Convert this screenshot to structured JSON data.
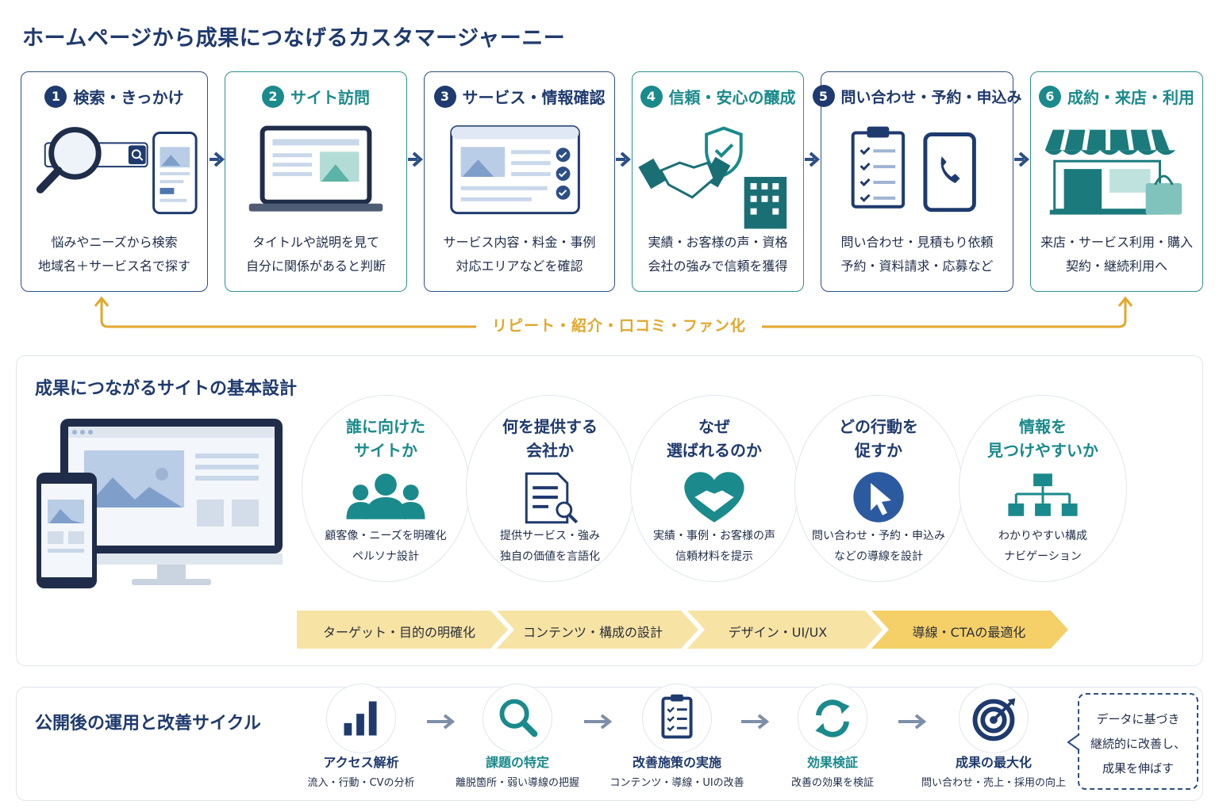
{
  "title": "ホームページから成果につなげるカスタマージャーニー",
  "journey": [
    {
      "num": "1",
      "title": "検索・きっかけ",
      "line1": "悩みやニーズから検索",
      "line2": "地域名＋サービス名で探す"
    },
    {
      "num": "2",
      "title": "サイト訪問",
      "line1": "タイトルや説明を見て",
      "line2": "自分に関係があると判断"
    },
    {
      "num": "3",
      "title": "サービス・情報確認",
      "line1": "サービス内容・料金・事例",
      "line2": "対応エリアなどを確認"
    },
    {
      "num": "4",
      "title": "信頼・安心の醸成",
      "line1": "実績・お客様の声・資格",
      "line2": "会社の強みで信頼を獲得"
    },
    {
      "num": "5",
      "title": "問い合わせ・予約・申込み",
      "line1": "問い合わせ・見積もり依頼",
      "line2": "予約・資料請求・応募など"
    },
    {
      "num": "6",
      "title": "成約・来店・利用",
      "line1": "来店・サービス利用・購入",
      "line2": "契約・継続利用へ"
    }
  ],
  "loop_label": "リピート・紹介・口コミ・ファン化",
  "design": {
    "title": "成果につながるサイトの基本設計",
    "items": [
      {
        "t1": "誰に向けた",
        "t2": "サイトか",
        "d1": "顧客像・ニーズを明確化",
        "d2": "ペルソナ設計"
      },
      {
        "t1": "何を提供する",
        "t2": "会社か",
        "d1": "提供サービス・強み",
        "d2": "独自の価値を言語化"
      },
      {
        "t1": "なぜ",
        "t2": "選ばれるのか",
        "d1": "実績・事例・お客様の声",
        "d2": "信頼材料を提示"
      },
      {
        "t1": "どの行動を",
        "t2": "促すか",
        "d1": "問い合わせ・予約・申込み",
        "d2": "などの導線を設計"
      },
      {
        "t1": "情報を",
        "t2": "見つけやすいか",
        "d1": "わかりやすい構成",
        "d2": "ナビゲーション"
      }
    ],
    "steps": [
      "ターゲット・目的の明確化",
      "コンテンツ・構成の設計",
      "デザイン・UI/UX",
      "導線・CTAの最適化"
    ]
  },
  "cycle": {
    "title": "公開後の運用と改善サイクル",
    "items": [
      {
        "title": "アクセス解析",
        "desc": "流入・行動・CVの分析",
        "icon": "bar-chart-icon"
      },
      {
        "title": "課題の特定",
        "desc": "離脱箇所・弱い導線の把握",
        "icon": "magnifier-icon"
      },
      {
        "title": "改善施策の実施",
        "desc": "コンテンツ・導線・UIの改善",
        "icon": "checklist-icon"
      },
      {
        "title": "効果検証",
        "desc": "改善の効果を検証",
        "icon": "refresh-icon"
      },
      {
        "title": "成果の最大化",
        "desc": "問い合わせ・売上・採用の向上",
        "icon": "target-icon"
      }
    ],
    "note": [
      "データに基づき",
      "継続的に改善し、",
      "成果を伸ばす"
    ]
  },
  "colors": {
    "navy": "#1f3a6e",
    "teal": "#1a8a8c",
    "gold": "#e2a72c",
    "chevron": "#f7e3a4"
  }
}
